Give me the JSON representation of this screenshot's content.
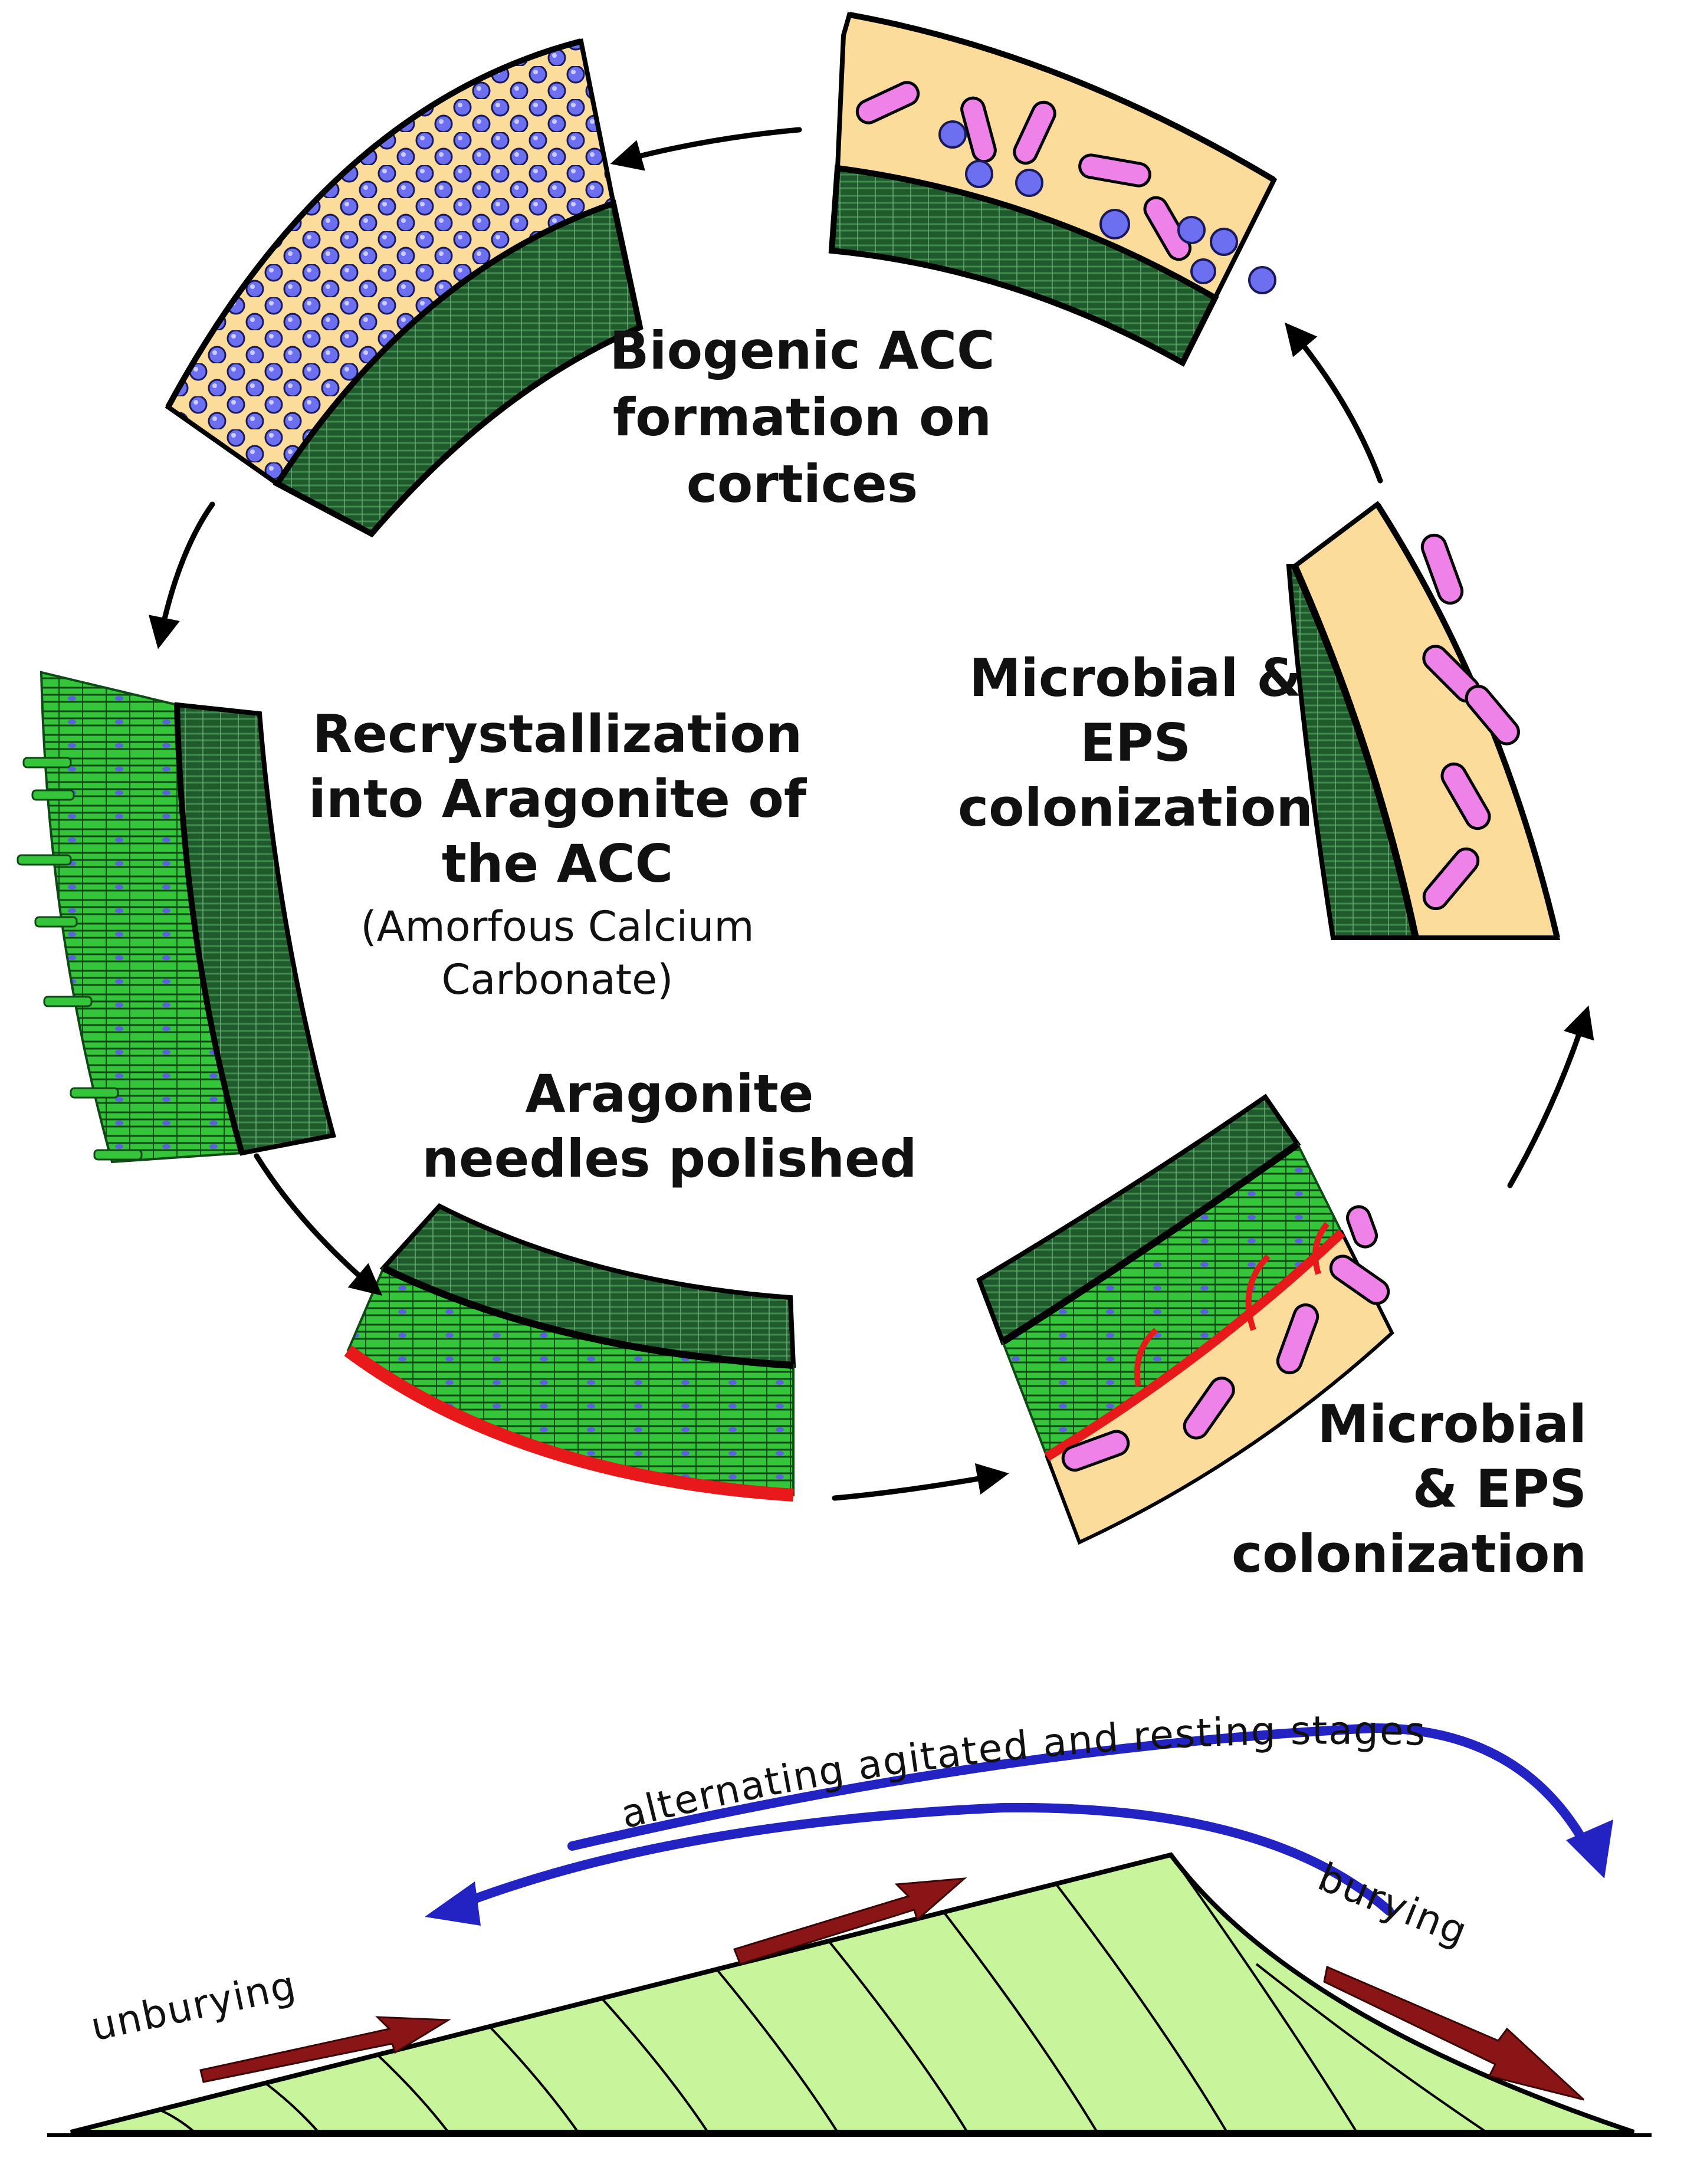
{
  "stages": {
    "acc_formation": [
      "Biogenic ACC",
      "formation on",
      "cortices"
    ],
    "colonization_top": [
      "Microbial &",
      "EPS",
      "colonization"
    ],
    "recrystallization": [
      "Recrystallization",
      "into Aragonite of",
      "the ACC"
    ],
    "recrystallization_note": [
      "(Amorfous Calcium",
      "Carbonate)"
    ],
    "polished": [
      "Aragonite",
      "needles polished"
    ],
    "colonization_bottom": [
      "Microbial",
      "& EPS",
      "colonization"
    ]
  },
  "bottom": {
    "agitated_label": "alternating agitated and resting stages",
    "unburying_label": "unburying",
    "burying_label": "burying"
  },
  "colors": {
    "matrix_yellow": "#fbdc9a",
    "cortex_dark_green": "#1f5a2c",
    "aragonite_green": "#35c53a",
    "acc_blue": "#6b6ff0",
    "microbe_pink": "#ee82e8",
    "polish_red": "#e8191b",
    "flow_blue": "#2323c4",
    "motion_red": "#8a1517",
    "ripple_green": "#c8f59b"
  }
}
